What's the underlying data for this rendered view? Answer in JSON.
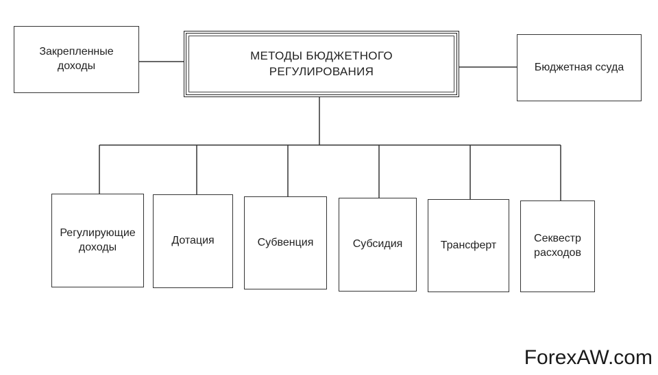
{
  "diagram": {
    "root": {
      "label": "МЕТОДЫ БЮДЖЕТНОГО\nРЕГУЛИРОВАНИЯ"
    },
    "left": {
      "label": "Закрепленные\nдоходы"
    },
    "right": {
      "label": "Бюджетная ссуда"
    },
    "children": [
      {
        "label": "Регулирующие\nдоходы"
      },
      {
        "label": "Дотация"
      },
      {
        "label": "Субвенция"
      },
      {
        "label": "Субсидия"
      },
      {
        "label": "Трансферт"
      },
      {
        "label": "Секвестр\nрасходов"
      }
    ]
  },
  "watermark": "ForexAW.com"
}
